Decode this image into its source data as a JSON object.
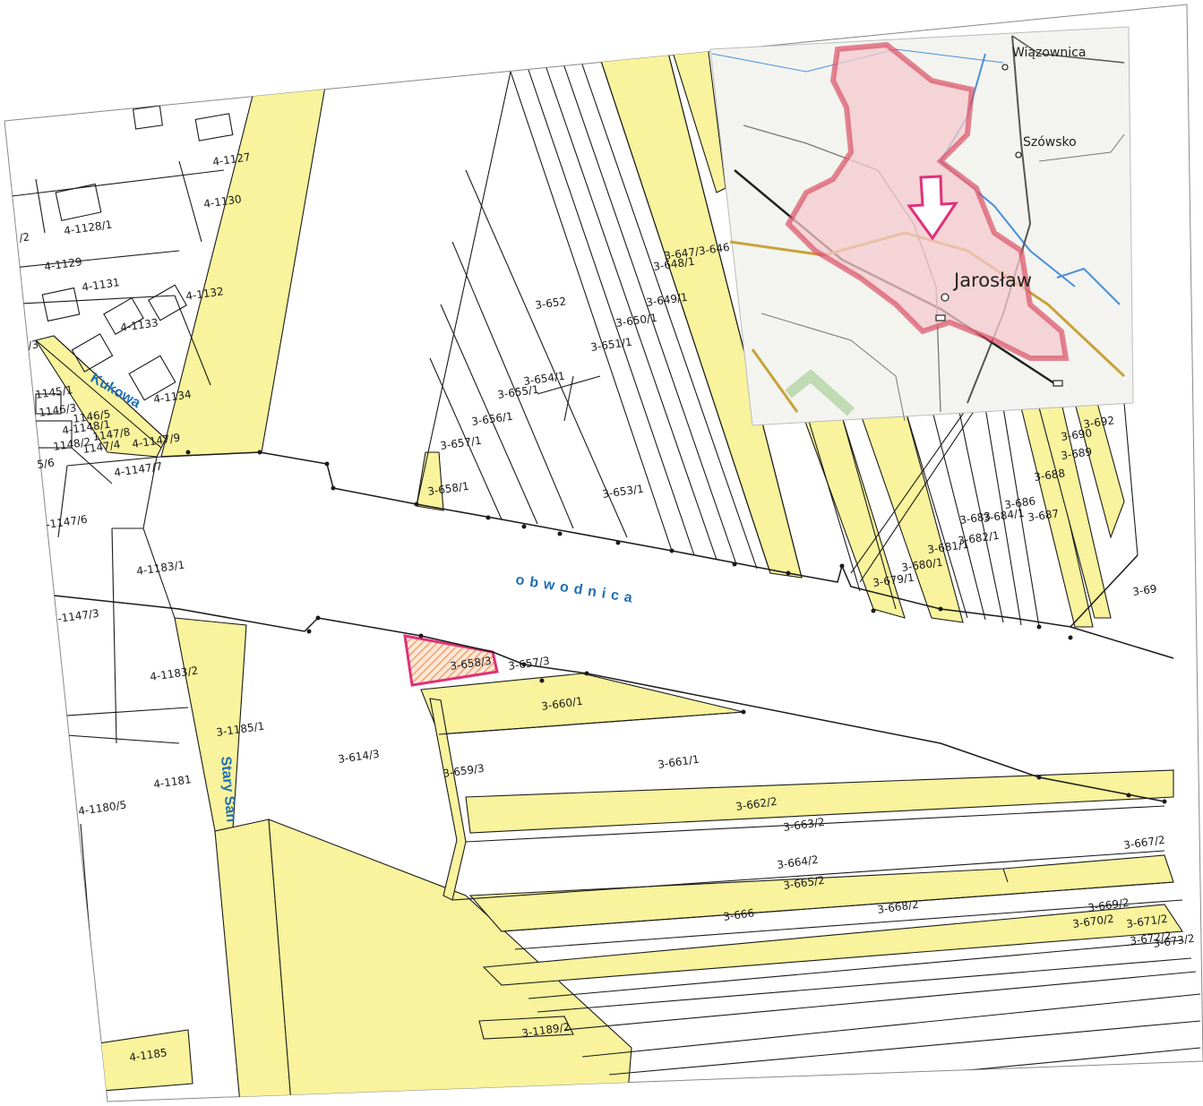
{
  "colors": {
    "paper": "#ffffff",
    "parcel_fill": "#f8f39c",
    "parcel_line": "#1a1a1a",
    "street_label": "#1f6fb5",
    "highlight_outline": "#e0307a",
    "highlight_hatch": "#f0a070",
    "inset_boundary": "#d9465c",
    "inset_fill": "#f4c9ce",
    "inset_road": "#c8a23a",
    "inset_river": "#4a8fd8"
  },
  "streets": {
    "kukowa": "Kukowa",
    "obwodnica": "obwodnica",
    "stary_san": "Stary San"
  },
  "inset_map": {
    "towns": {
      "wiazownica": "Wiązownica",
      "szowsko": "Szówsko",
      "jaroslaw": "Jarosław"
    },
    "marker_icon": "down-arrow-icon"
  },
  "highlighted_parcel": "3-658/3",
  "parcels": [
    "4-1127",
    "4-1130",
    "4-1128/1",
    "/2",
    "4-1129",
    "4-1131",
    "4-1132",
    "4-1133",
    "/3",
    "4-1134",
    "1145/1",
    "1146/3",
    "1146/5",
    "4-1148/1",
    "1147/8",
    "4-1147/9",
    "1148/2",
    "1147/4",
    "5/6",
    "4-1147/7",
    "-1147/6",
    "4-1183/1",
    "-1147/3",
    "4-1183/2",
    "3-1185/1",
    "4-1181",
    "4-1180/5",
    "4-1185",
    "3-614/3",
    "3-657/3",
    "3-660/1",
    "3-659/3",
    "3-661/1",
    "3-662/2",
    "3-663/2",
    "3-664/2",
    "3-665/2",
    "3-666",
    "3-668/2",
    "3-667/2",
    "3-669/2",
    "3-670/2",
    "3-671/2",
    "3-672/2",
    "3-673/2",
    "3-1189/2",
    "3-652",
    "3-648/1",
    "3-647/3-646",
    "3-649/1",
    "3-650/1",
    "3-651/1",
    "3-654/1",
    "3-655/1",
    "3-656/1",
    "3-657/1",
    "3-658/1",
    "3-653/1",
    "3-679/1",
    "3-680/1",
    "3-681/1",
    "3-682/1",
    "3-683",
    "3-684/1",
    "3-686",
    "3-687",
    "3-688",
    "3-689",
    "3-690",
    "3-692",
    "3-6",
    "3-69"
  ]
}
